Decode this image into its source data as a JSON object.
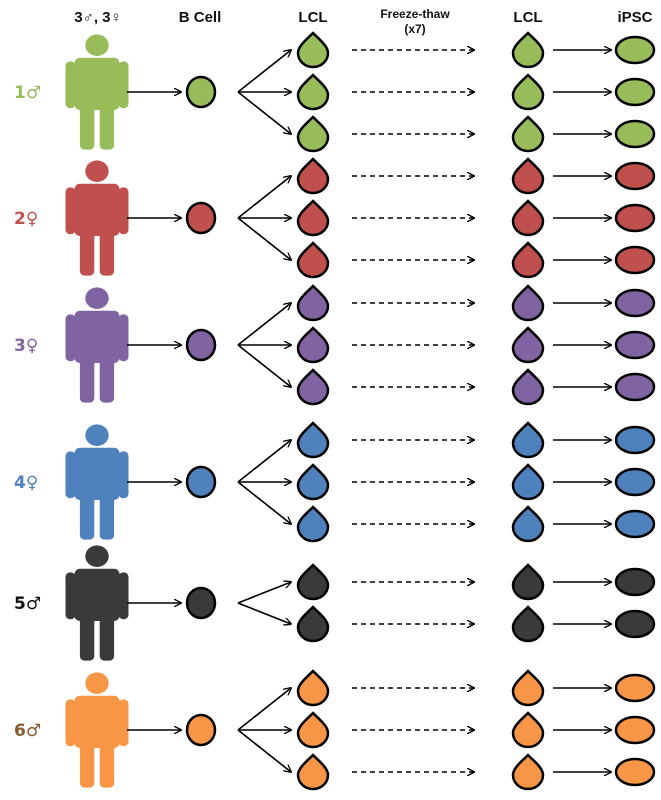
{
  "headers": {
    "donors": "3♂, 3♀",
    "bcell": "B Cell",
    "lcl_left": "LCL",
    "freeze_line1": "Freeze-thaw",
    "freeze_line2": "(x7)",
    "lcl_right": "LCL",
    "ipsc": "iPSC"
  },
  "donors": [
    {
      "label": "1♂",
      "color": "#98bc5a",
      "lines": 3
    },
    {
      "label": "2♀",
      "color": "#c0504d",
      "lines": 3
    },
    {
      "label": "3♀",
      "color": "#8064a2",
      "lines": 3
    },
    {
      "label": "4♀",
      "color": "#4f81bd",
      "lines": 3
    },
    {
      "label": "5♂",
      "color": "#3a3a3a",
      "lines": 2
    },
    {
      "label": "6♂",
      "color": "#f79646",
      "lines": 3
    }
  ],
  "label_text_colors": [
    "#98bc5a",
    "#c0504d",
    "#8064a2",
    "#4f81bd",
    "#111111",
    "#8b5a2b"
  ],
  "icons": {
    "person": "person-silhouette-icon",
    "bcell": "b-cell-circle-icon",
    "lcl": "lcl-droplet-icon",
    "ipsc": "ipsc-oval-icon"
  }
}
